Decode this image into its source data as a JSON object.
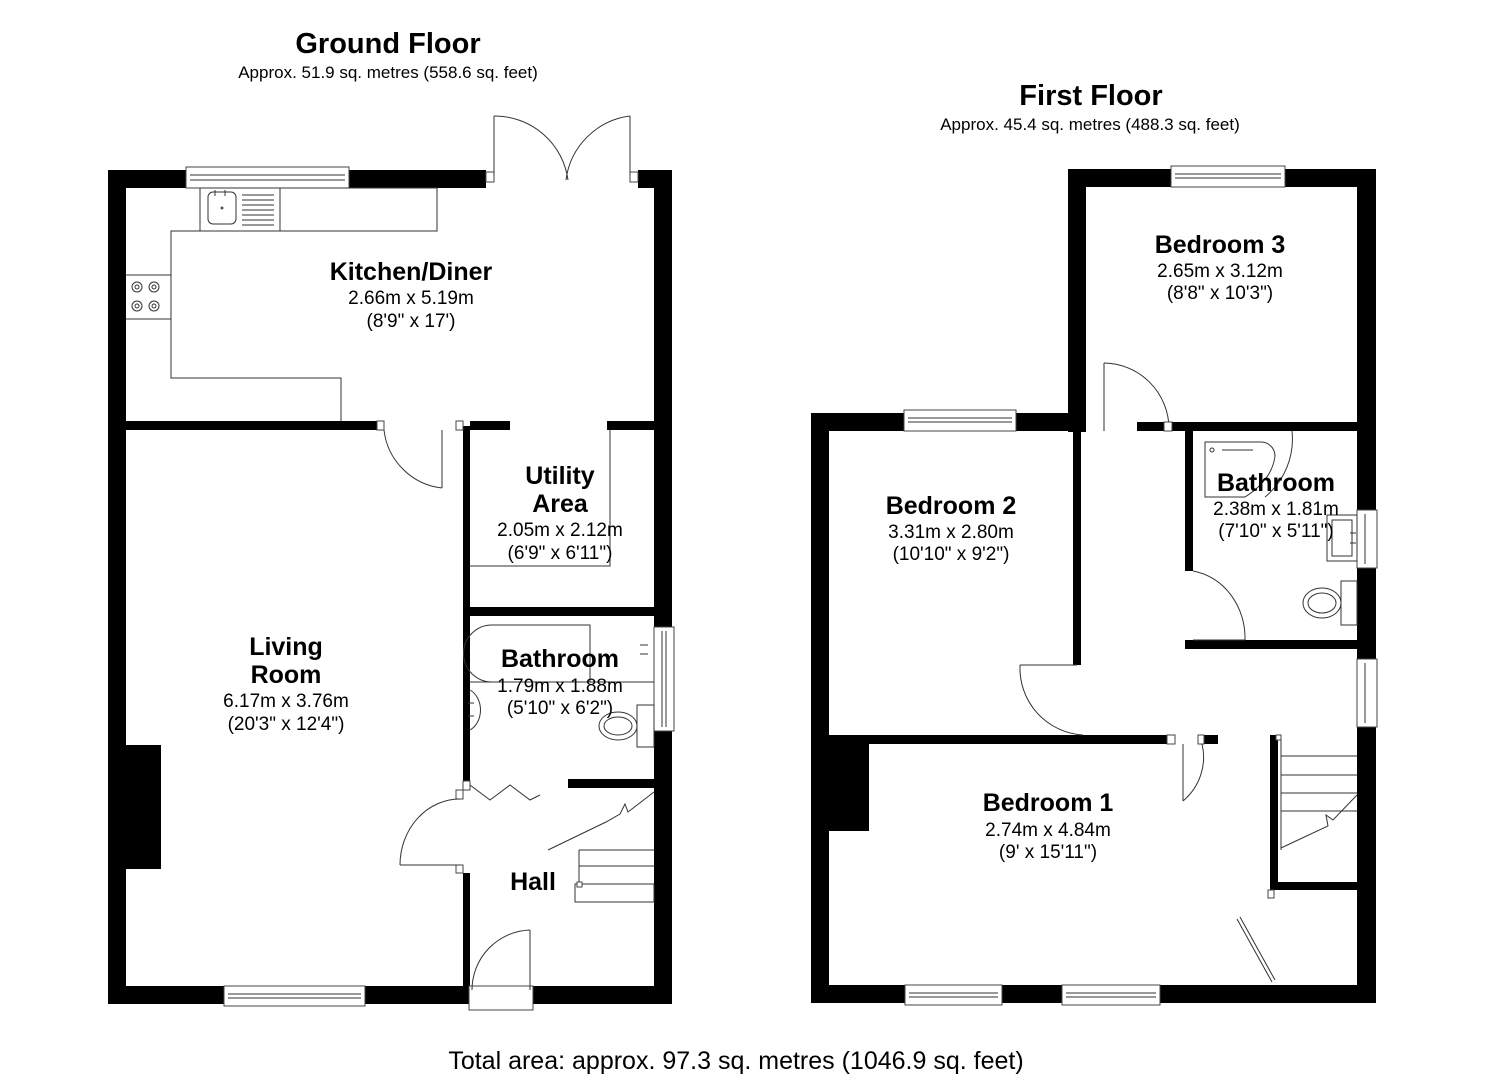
{
  "ground_floor": {
    "title": "Ground Floor",
    "area": "Approx. 51.9 sq. metres (558.6 sq. feet)",
    "rooms": [
      {
        "name": "Kitchen/Diner",
        "metric": "2.66m x 5.19m",
        "imperial": "(8'9\" x 17')"
      },
      {
        "name_line1": "Utility",
        "name_line2": "Area",
        "metric": "2.05m x 2.12m",
        "imperial": "(6'9\" x 6'11\")"
      },
      {
        "name_line1": "Living",
        "name_line2": "Room",
        "metric": "6.17m x 3.76m",
        "imperial": "(20'3\" x 12'4\")"
      },
      {
        "name": "Bathroom",
        "metric": "1.79m x 1.88m",
        "imperial": "(5'10\" x 6'2\")"
      },
      {
        "name": "Hall"
      }
    ]
  },
  "first_floor": {
    "title": "First Floor",
    "area": "Approx. 45.4 sq. metres (488.3 sq. feet)",
    "rooms": [
      {
        "name": "Bedroom 3",
        "metric": "2.65m x 3.12m",
        "imperial": "(8'8\" x 10'3\")"
      },
      {
        "name": "Bedroom 2",
        "metric": "3.31m x 2.80m",
        "imperial": "(10'10\" x 9'2\")"
      },
      {
        "name": "Bathroom",
        "metric": "2.38m x 1.81m",
        "imperial": "(7'10\" x 5'11\")"
      },
      {
        "name": "Bedroom 1",
        "metric": "2.74m x 4.84m",
        "imperial": "(9' x 15'11\")"
      }
    ]
  },
  "total_area": "Total area: approx. 97.3 sq. metres (1046.9 sq. feet)"
}
